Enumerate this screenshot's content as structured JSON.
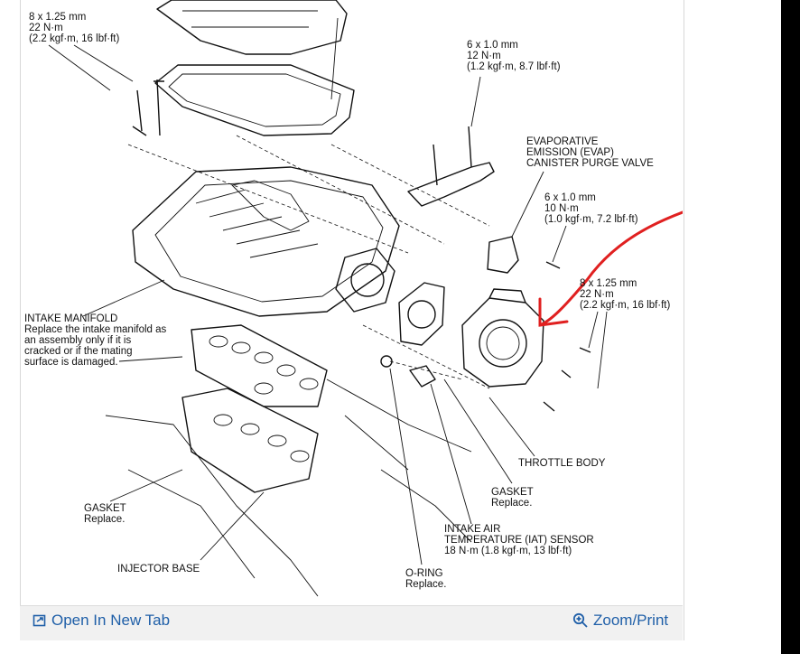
{
  "diagram": {
    "labels": {
      "bolt_top_left_1": "8 x 1.25 mm",
      "bolt_top_left_2": "22 N·m",
      "bolt_top_left_3": "(2.2 kgf·m, 16 lbf·ft)",
      "bolt_evap_top_1": "6 x 1.0 mm",
      "bolt_evap_top_2": "12 N·m",
      "bolt_evap_top_3": "(1.2 kgf·m, 8.7 lbf·ft)",
      "evap_1": "EVAPORATIVE",
      "evap_2": "EMISSION (EVAP)",
      "evap_3": "CANISTER PURGE VALVE",
      "bolt_evap_1": "6 x 1.0 mm",
      "bolt_evap_2": "10 N·m",
      "bolt_evap_3": "(1.0 kgf·m, 7.2 lbf·ft)",
      "bolt_throttle_1": "8 x 1.25 mm",
      "bolt_throttle_2": "22 N·m",
      "bolt_throttle_3": "(2.2 kgf·m, 16 lbf·ft)",
      "intake_1": "INTAKE MANIFOLD",
      "intake_2": "Replace the intake manifold as",
      "intake_3": "an assembly only if it is",
      "intake_4": "cracked or if the mating",
      "intake_5": "surface is damaged.",
      "throttle_body": "THROTTLE BODY",
      "gasket_tb_1": "GASKET",
      "gasket_tb_2": "Replace.",
      "iat_1": "INTAKE AIR",
      "iat_2": "TEMPERATURE (IAT) SENSOR",
      "iat_3": "18 N·m (1.8 kgf·m, 13 lbf·ft)",
      "gasket_left_1": "GASKET",
      "gasket_left_2": "Replace.",
      "injector_base": "INJECTOR BASE",
      "oring_1": "O-RING",
      "oring_2": "Replace."
    }
  },
  "toolbar": {
    "open_new_tab": "Open In New Tab",
    "zoom_print": "Zoom/Print"
  },
  "colors": {
    "link": "#1f5fa8",
    "annotation": "#e02020"
  },
  "icons": [
    "open-new-tab-icon",
    "zoom-icon"
  ]
}
